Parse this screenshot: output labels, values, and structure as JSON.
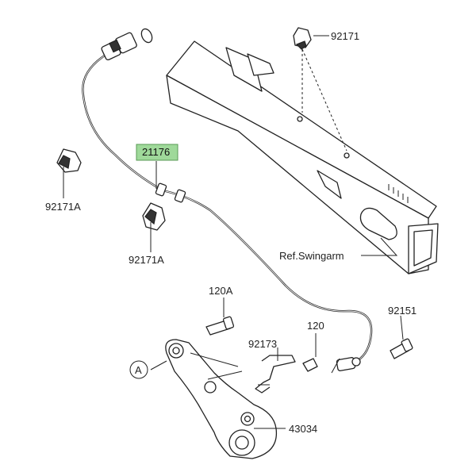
{
  "labels": {
    "p92171": "92171",
    "p21176": "21176",
    "p92171A_1": "92171A",
    "p92171A_2": "92171A",
    "ref_swingarm": "Ref.Swingarm",
    "p120A": "120A",
    "p92151": "92151",
    "p120": "120",
    "p92173": "92173",
    "circle_A": "A",
    "p43034": "43034"
  },
  "colors": {
    "highlight": "#9fd99a",
    "line": "#222222"
  }
}
